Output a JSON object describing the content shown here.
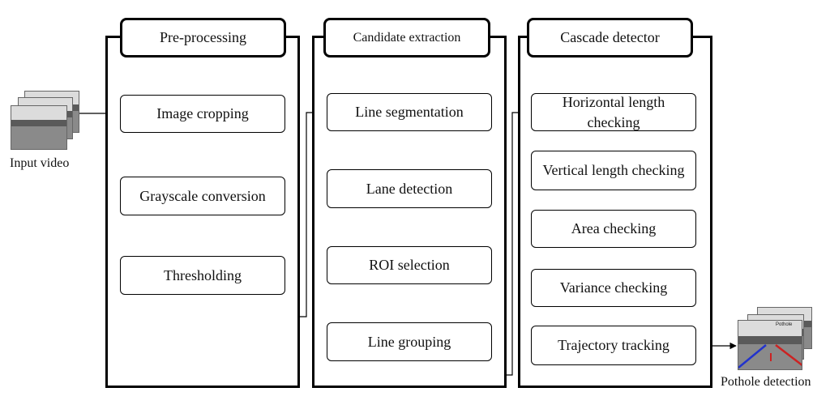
{
  "input": {
    "label": "Input video"
  },
  "output": {
    "label": "Pothole detection",
    "overlay_text": "Pothole"
  },
  "panels": [
    {
      "title": "Pre-processing",
      "steps": [
        "Image cropping",
        "Grayscale conversion",
        "Thresholding"
      ]
    },
    {
      "title": "Candidate extraction",
      "steps": [
        "Line segmentation",
        "Lane detection",
        "ROI selection",
        "Line grouping"
      ]
    },
    {
      "title": "Cascade detector",
      "steps": [
        "Horizontal length checking",
        "Vertical length checking",
        "Area checking",
        "Variance checking",
        "Trajectory tracking"
      ]
    }
  ],
  "colors": {
    "stroke": "#000000",
    "lane_left": "#2233cc",
    "lane_right": "#cc2222"
  }
}
